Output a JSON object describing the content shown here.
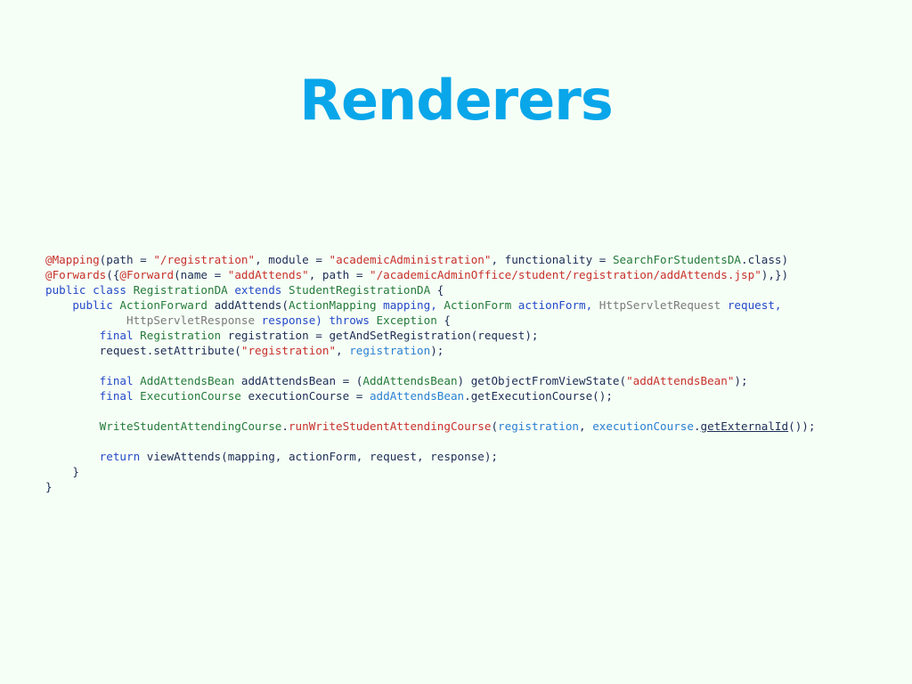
{
  "slide": {
    "title": "Renderers"
  },
  "code": {
    "lines": [
      [
        {
          "t": "@Mapping",
          "c": "ann"
        },
        {
          "t": "(path = ",
          "c": "plain"
        },
        {
          "t": "\"/registration\"",
          "c": "str"
        },
        {
          "t": ", module = ",
          "c": "plain"
        },
        {
          "t": "\"academicAdministration\"",
          "c": "str"
        },
        {
          "t": ", functionality = ",
          "c": "plain"
        },
        {
          "t": "SearchForStudentsDA",
          "c": "type"
        },
        {
          "t": ".class)",
          "c": "plain"
        }
      ],
      [
        {
          "t": "@Forwards",
          "c": "ann"
        },
        {
          "t": "({",
          "c": "plain"
        },
        {
          "t": "@Forward",
          "c": "ann"
        },
        {
          "t": "(name = ",
          "c": "plain"
        },
        {
          "t": "\"addAttends\"",
          "c": "str"
        },
        {
          "t": ", path = ",
          "c": "plain"
        },
        {
          "t": "\"/academicAdminOffice/student/registration/addAttends.jsp\"",
          "c": "str"
        },
        {
          "t": "),})",
          "c": "plain"
        }
      ],
      [
        {
          "t": "public class ",
          "c": "kw"
        },
        {
          "t": "RegistrationDA ",
          "c": "type"
        },
        {
          "t": "extends ",
          "c": "kw"
        },
        {
          "t": "StudentRegistrationDA ",
          "c": "type"
        },
        {
          "t": "{",
          "c": "plain"
        }
      ],
      [
        {
          "t": "    public ",
          "c": "kw"
        },
        {
          "t": "ActionForward ",
          "c": "type"
        },
        {
          "t": "addAttends(",
          "c": "method"
        },
        {
          "t": "ActionMapping ",
          "c": "type"
        },
        {
          "t": "mapping, ",
          "c": "var"
        },
        {
          "t": "ActionForm ",
          "c": "type"
        },
        {
          "t": "actionForm, ",
          "c": "var"
        },
        {
          "t": "HttpServletRequest ",
          "c": "gray"
        },
        {
          "t": "request,",
          "c": "var"
        }
      ],
      [
        {
          "t": "            HttpServletResponse ",
          "c": "gray"
        },
        {
          "t": "response) ",
          "c": "var"
        },
        {
          "t": "throws ",
          "c": "kw"
        },
        {
          "t": "Exception ",
          "c": "type"
        },
        {
          "t": "{",
          "c": "plain"
        }
      ],
      [
        {
          "t": "        final ",
          "c": "kw"
        },
        {
          "t": "Registration ",
          "c": "type"
        },
        {
          "t": "registration = getAndSetRegistration(request);",
          "c": "plain"
        }
      ],
      [
        {
          "t": "        request.setAttribute(",
          "c": "plain"
        },
        {
          "t": "\"registration\"",
          "c": "str"
        },
        {
          "t": ", ",
          "c": "plain"
        },
        {
          "t": "registration",
          "c": "param"
        },
        {
          "t": ");",
          "c": "plain"
        }
      ],
      [],
      [
        {
          "t": "        final ",
          "c": "kw"
        },
        {
          "t": "AddAttendsBean ",
          "c": "type"
        },
        {
          "t": "addAttendsBean = (",
          "c": "plain"
        },
        {
          "t": "AddAttendsBean",
          "c": "type"
        },
        {
          "t": ") getObjectFromViewState(",
          "c": "plain"
        },
        {
          "t": "\"addAttendsBean\"",
          "c": "str"
        },
        {
          "t": ");",
          "c": "plain"
        }
      ],
      [
        {
          "t": "        final ",
          "c": "kw"
        },
        {
          "t": "ExecutionCourse ",
          "c": "type"
        },
        {
          "t": "executionCourse = ",
          "c": "plain"
        },
        {
          "t": "addAttendsBean",
          "c": "param"
        },
        {
          "t": ".getExecutionCourse();",
          "c": "plain"
        }
      ],
      [],
      [
        {
          "t": "        WriteStudentAttendingCourse",
          "c": "type"
        },
        {
          "t": ".",
          "c": "plain"
        },
        {
          "t": "runWriteStudentAttendingCourse",
          "c": "red-method"
        },
        {
          "t": "(",
          "c": "plain"
        },
        {
          "t": "registration",
          "c": "param"
        },
        {
          "t": ", ",
          "c": "plain"
        },
        {
          "t": "executionCourse",
          "c": "param"
        },
        {
          "t": ".",
          "c": "plain"
        },
        {
          "t": "getExternalId",
          "c": "dep"
        },
        {
          "t": "());",
          "c": "plain"
        }
      ],
      [],
      [
        {
          "t": "        return ",
          "c": "kw"
        },
        {
          "t": "viewAttends(mapping, actionForm, request, response);",
          "c": "plain"
        }
      ],
      [
        {
          "t": "    }",
          "c": "plain"
        }
      ],
      [
        {
          "t": "}",
          "c": "plain"
        }
      ]
    ]
  }
}
